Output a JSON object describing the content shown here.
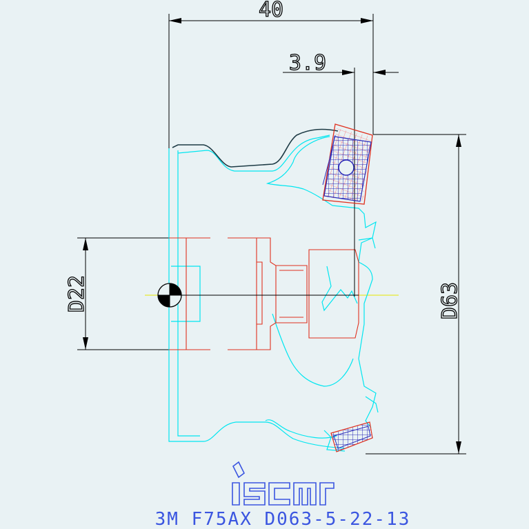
{
  "dimensions": {
    "length": "40",
    "offset": "3.9",
    "bore": "D22",
    "cutting_diameter": "D63"
  },
  "logo": {
    "text": "iscar"
  },
  "caption": "3M F75AX D063-5-22-13",
  "colors": {
    "background": "#e9f2f4",
    "dimension_lines": "#000000",
    "body_outline": "#00e6f0",
    "inner_bore": "#e0301e",
    "insert_hatch": "#2a2ab8",
    "center_line": "#e8e800",
    "logo": "#3a55e0"
  }
}
